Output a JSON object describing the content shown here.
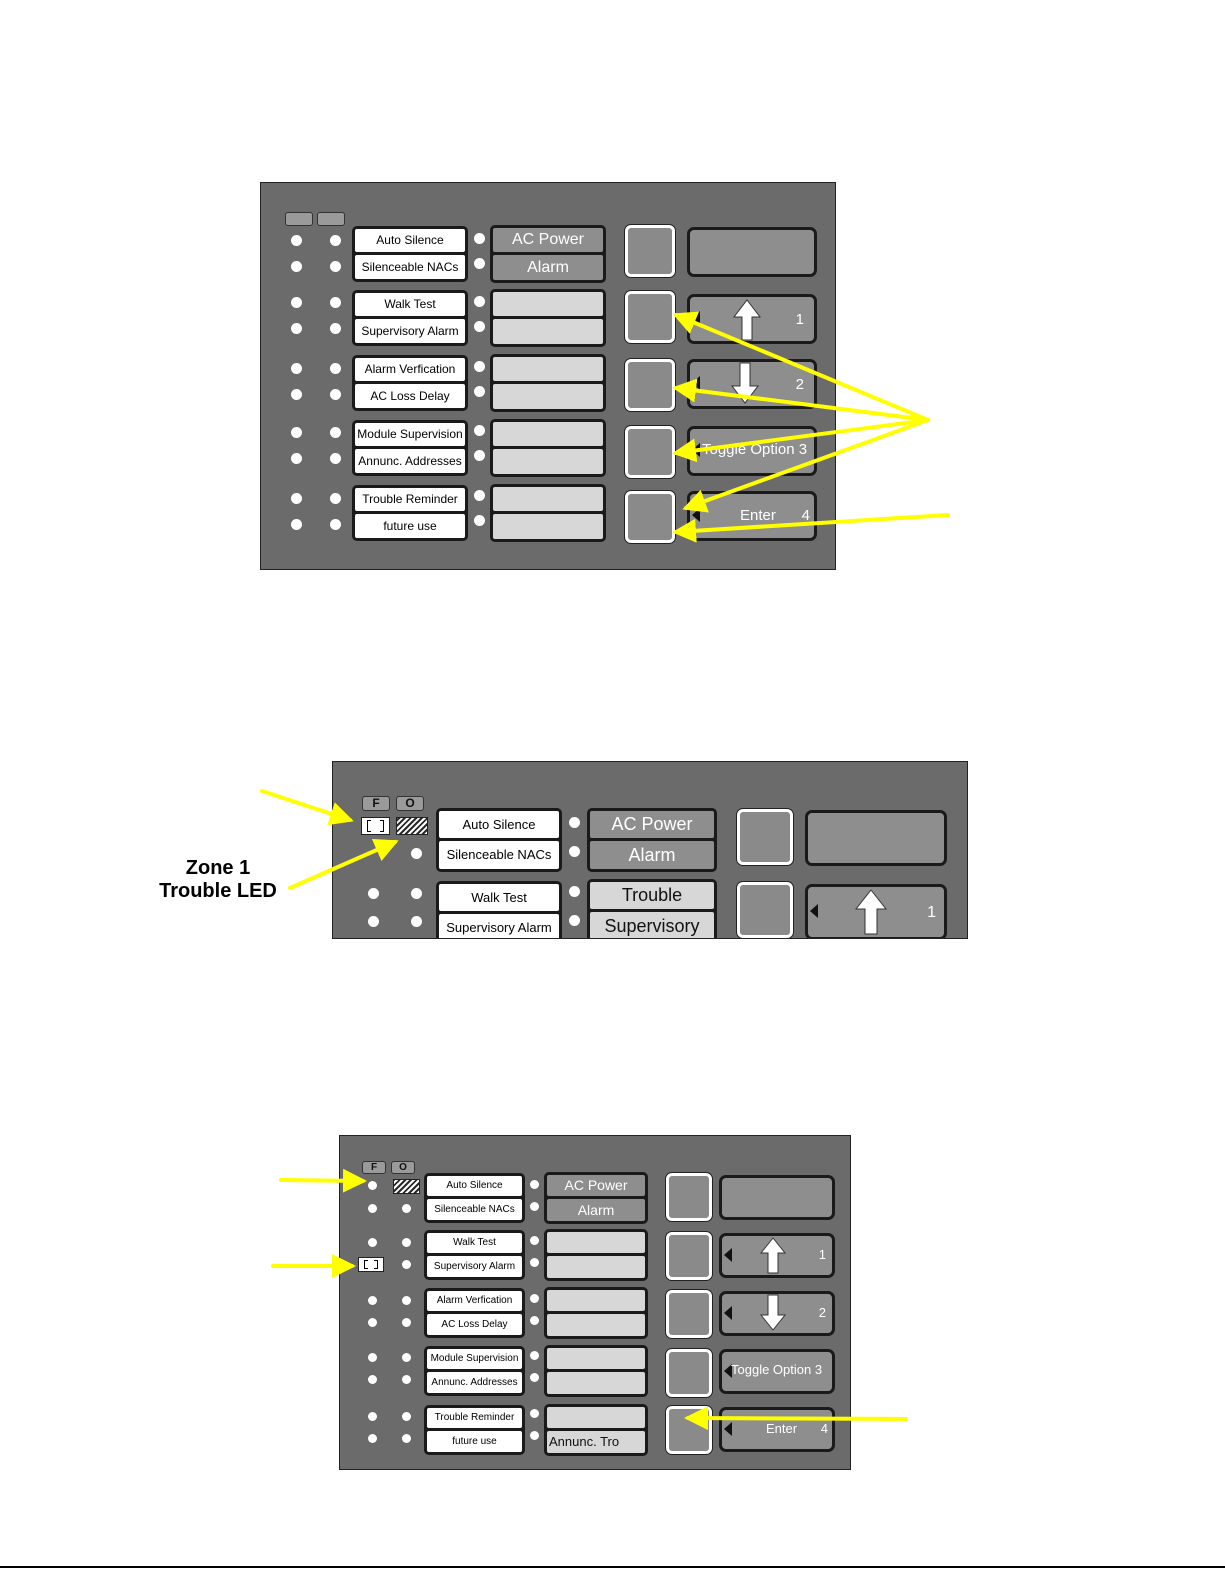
{
  "function_labels": {
    "auto_silence": "Auto Silence",
    "silenceable_nacs": "Silenceable NACs",
    "walk_test": "Walk Test",
    "supervisory_alarm": "Supervisory Alarm",
    "alarm_verification": "Alarm Verfication",
    "ac_loss_delay": "AC Loss Delay",
    "module_supervision": "Module Supervision",
    "annunc_addresses": "Annunc. Addresses",
    "trouble_reminder": "Trouble Reminder",
    "future_use": "future use"
  },
  "status_labels": {
    "ac_power": "AC Power",
    "alarm": "Alarm",
    "trouble": "Trouble",
    "supervisory": "Supervisory",
    "annunc_tro": "Annunc. Tro"
  },
  "keys": {
    "up_number": "1",
    "down_number": "2",
    "toggle_option": "Toggle Option 3",
    "enter_label": "Enter",
    "enter_number": "4"
  },
  "zone_headers": {
    "fire": "F",
    "other": "O"
  },
  "callouts": {
    "zone1_line1": "Zone 1",
    "zone1_line2": "Trouble LED"
  },
  "colors": {
    "panel": "#6b6b6b",
    "arrow": "#ffff00"
  }
}
